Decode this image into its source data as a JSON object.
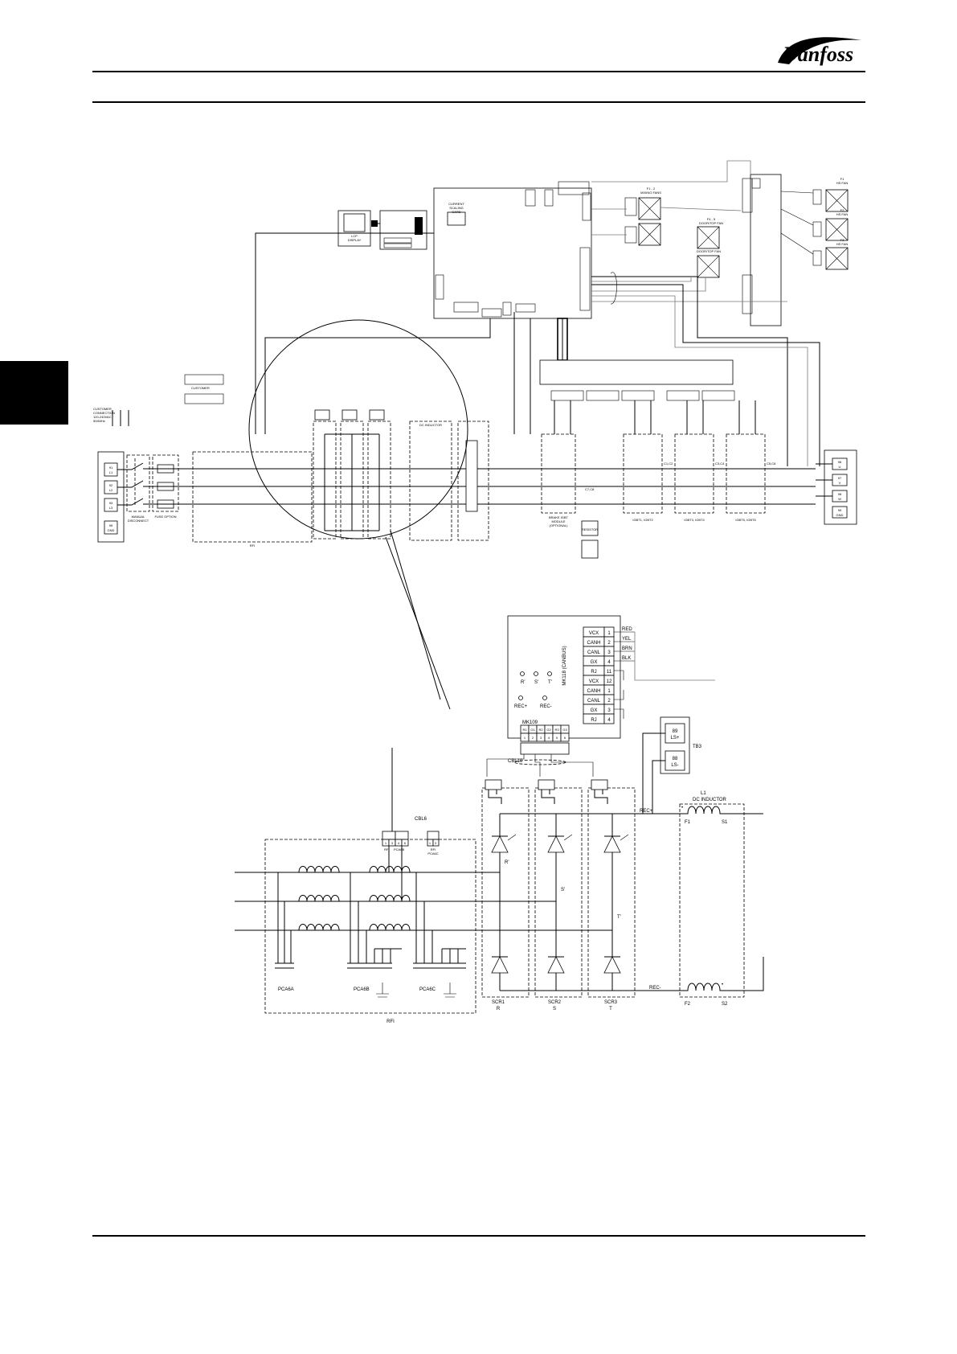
{
  "brand": {
    "logo_text": "Danfoss"
  },
  "overview": {
    "lcp": [
      "LCP",
      "DISPLAY"
    ],
    "current_scaling": [
      "CURRENT",
      "SCALING",
      "CARD"
    ],
    "customer_connection": [
      "CUSTOMER",
      "CONNECTION",
      "120-240VAC",
      "50/60Hz"
    ],
    "manual_disconnect": [
      "MANUAL",
      "DISCONNECT"
    ],
    "fuse_option": "FUSE OPTION",
    "rfi": "RFI",
    "dc_inductor": "DC INDUCTOR",
    "mixing_fans": [
      "F1 - 2",
      "MIXING FANS"
    ],
    "door_fan": [
      "F4 - 5",
      "DOOR/TOP FAN"
    ],
    "door_top_fan": "DOOR/TOP FAN",
    "hs_fans": [
      "F1",
      "HS FAN",
      "F2",
      "HS FAN",
      "F3",
      "HS FAN"
    ],
    "cap_labels": [
      "C1,C2",
      "C3,C4",
      "C5,C6",
      "C7,C8"
    ],
    "brake_igbt": [
      "BRAKE IGBT",
      "MODULE",
      "(OPTIONAL)"
    ],
    "igbt_labels": [
      "IGBT1, IGBT2",
      "IGBT3, IGBT4",
      "IGBT5, IGBT6"
    ],
    "resistor": "RESISTOR",
    "output_terms": [
      "96",
      "U",
      "97",
      "V",
      "98",
      "W",
      "99",
      "GND"
    ],
    "input_terms": [
      "91",
      "L1",
      "92",
      "L2",
      "93",
      "L3",
      "95",
      "GND"
    ]
  },
  "detail": {
    "terminal_block": {
      "label": "MK118 (CANBUS)",
      "rows": [
        {
          "sig": "VCX",
          "num": "1"
        },
        {
          "sig": "CANH",
          "num": "2"
        },
        {
          "sig": "CANL",
          "num": "3"
        },
        {
          "sig": "GX",
          "num": "4"
        },
        {
          "sig": "RJ",
          "num": "11"
        },
        {
          "sig": "VCX",
          "num": "12"
        },
        {
          "sig": "CANH",
          "num": "1"
        },
        {
          "sig": "CANL",
          "num": "2"
        },
        {
          "sig": "GX",
          "num": "3"
        },
        {
          "sig": "RJ",
          "num": "4"
        }
      ],
      "wire_colors": [
        "RED",
        "YEL",
        "BRN",
        "BLK"
      ]
    },
    "phase_tps": [
      "R'",
      "S'",
      "T'"
    ],
    "rec_tps": [
      "REC+",
      "REC-"
    ],
    "mk109": {
      "label": "MK109",
      "top": [
        "R1",
        "G1",
        "R2",
        "G2",
        "R3",
        "G3"
      ],
      "nums": [
        "1",
        "2",
        "3",
        "4",
        "5",
        "6"
      ]
    },
    "tb3": {
      "label": "TB3",
      "b9": [
        "89",
        "LS+"
      ],
      "b8": [
        "88",
        "LS-"
      ]
    },
    "cbl10": "CBL10",
    "cbl6": "CBL6",
    "rfi_conn": {
      "pins": [
        "1",
        "3",
        "4",
        "6"
      ],
      "pins2": [
        "1",
        "3"
      ],
      "name1": [
        "RFI",
        "PCA6B"
      ],
      "name2": [
        "RFI",
        "PCA6C"
      ]
    },
    "l1": {
      "label": "L1",
      "sub": "DC INDUCTOR",
      "f1": "F1",
      "s1": "S1",
      "f2": "F2",
      "s2": "S2"
    },
    "rec_plus": "REC+",
    "rec_minus": "REC-",
    "bridge_nodes": [
      "R'",
      "S'",
      "T'"
    ],
    "scr_labels": [
      [
        "SCR1",
        "R"
      ],
      [
        "SCR2",
        "S"
      ],
      [
        "SCR3",
        "T"
      ]
    ],
    "pca_labels": [
      "PCA6A",
      "PCA6B",
      "PCA6C"
    ],
    "rfi_label": "RFI"
  }
}
